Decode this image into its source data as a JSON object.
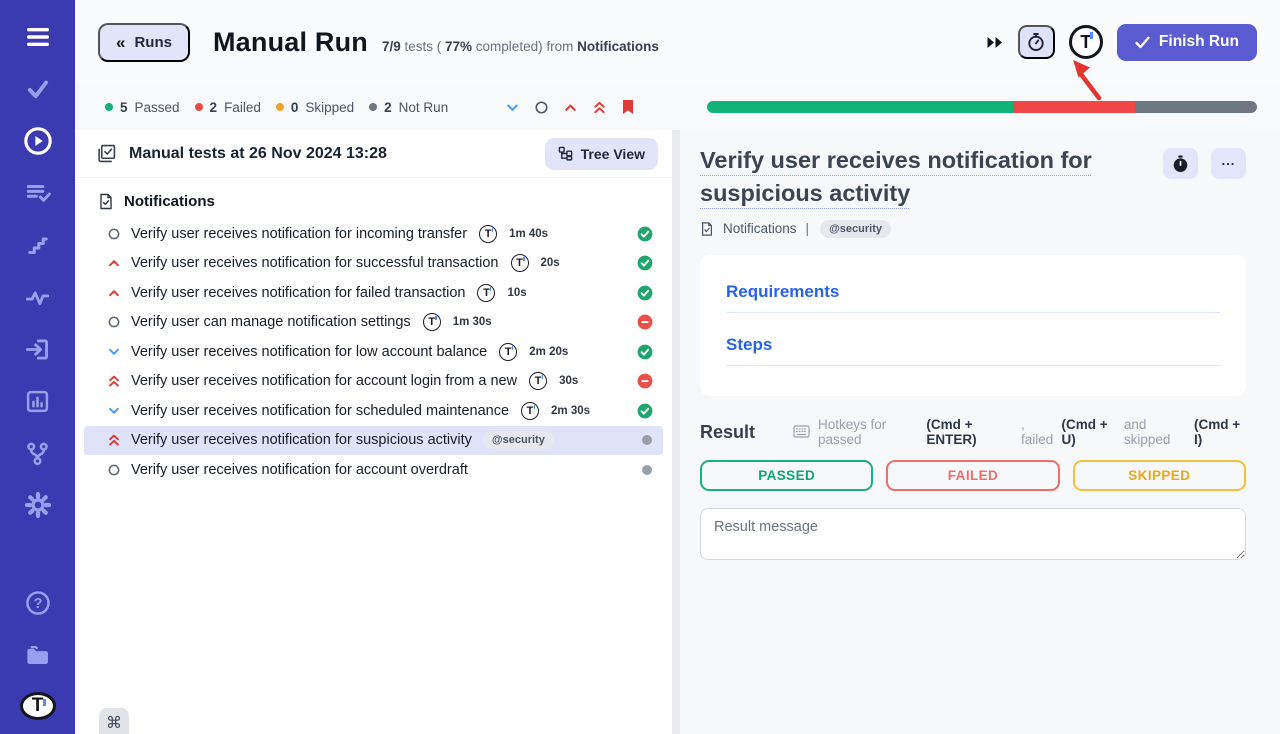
{
  "sidebar": {
    "icons": [
      "menu-icon",
      "check-icon",
      "play-circle-icon",
      "list-check-icon",
      "steps-icon",
      "pulse-icon",
      "import-icon",
      "analytics-icon",
      "branch-icon",
      "gear-icon",
      "help-icon",
      "projects-icon",
      "logo-icon"
    ],
    "logo_letter": "T"
  },
  "header": {
    "back_label": "Runs",
    "back_chevron": "«",
    "title": "Manual Run",
    "subtitle_parts": [
      {
        "t": "7/9",
        "b": true
      },
      {
        "t": " tests ( ",
        "b": false
      },
      {
        "t": "77%",
        "b": true
      },
      {
        "t": " completed) from ",
        "b": false
      },
      {
        "t": "Notifications",
        "b": true
      }
    ],
    "finish_label": "Finish Run",
    "accent_color": "#5a5ad1"
  },
  "status_bar": {
    "counts": [
      {
        "value": "5",
        "label": "Passed",
        "color": "#12b379"
      },
      {
        "value": "2",
        "label": "Failed",
        "color": "#ee4746"
      },
      {
        "value": "0",
        "label": "Skipped",
        "color": "#f0a12f"
      },
      {
        "value": "2",
        "label": "Not Run",
        "color": "#6e7680"
      }
    ],
    "progress_segments": [
      {
        "status": "passed",
        "pct": 55.6,
        "color": "#12b379"
      },
      {
        "status": "failed",
        "pct": 22.2,
        "color": "#ee4746"
      },
      {
        "status": "notrun",
        "pct": 22.2,
        "color": "#6e7680"
      }
    ]
  },
  "list": {
    "header_title": "Manual tests at 26 Nov 2024 13:28",
    "tree_view_label": "Tree View",
    "folder_label": "Notifications",
    "command_key": "⌘",
    "tests": [
      {
        "priority": "normal",
        "title": "Verify user receives notification for incoming transfer",
        "duration": "1m 40s",
        "status": "passed"
      },
      {
        "priority": "high",
        "title": "Verify user receives notification for successful transaction",
        "duration": "20s",
        "status": "passed"
      },
      {
        "priority": "high",
        "title": "Verify user receives notification for failed transaction",
        "duration": "10s",
        "status": "passed"
      },
      {
        "priority": "normal",
        "title": "Verify user can manage notification settings",
        "duration": "1m 30s",
        "status": "failed"
      },
      {
        "priority": "low",
        "title": "Verify user receives notification for low account balance",
        "duration": "2m 20s",
        "status": "passed"
      },
      {
        "priority": "highest",
        "title": "Verify user receives notification for account login from a new",
        "duration": "30s",
        "status": "failed"
      },
      {
        "priority": "low",
        "title": "Verify user receives notification for scheduled maintenance",
        "duration": "2m 30s",
        "status": "passed"
      },
      {
        "priority": "highest",
        "title": "Verify user receives notification for suspicious activity",
        "tag": "@security",
        "status": "notrun",
        "selected": true
      },
      {
        "priority": "normal",
        "title": "Verify user receives notification for account overdraft",
        "status": "notrun"
      }
    ]
  },
  "detail": {
    "title": "Verify user receives notification for suspicious activity",
    "breadcrumb": "Notifications",
    "separator": "|",
    "tag": "@security",
    "sections": [
      "Requirements",
      "Steps"
    ],
    "result_label": "Result",
    "hotkeys_parts": [
      {
        "t": "Hotkeys for passed ",
        "b": false
      },
      {
        "t": "(Cmd + ENTER)",
        "b": true
      },
      {
        "t": " , failed ",
        "b": false
      },
      {
        "t": "(Cmd + U)",
        "b": true
      },
      {
        "t": " and skipped ",
        "b": false
      },
      {
        "t": "(Cmd + I)",
        "b": true
      }
    ],
    "result_buttons": [
      {
        "label": "PASSED",
        "color": "#10a56f",
        "border": "#17b37e"
      },
      {
        "label": "FAILED",
        "color": "#f26d6a",
        "border": "#f26d6a"
      },
      {
        "label": "SKIPPED",
        "color": "#eda718",
        "border": "#f2c141"
      }
    ],
    "textarea_placeholder": "Result message"
  }
}
